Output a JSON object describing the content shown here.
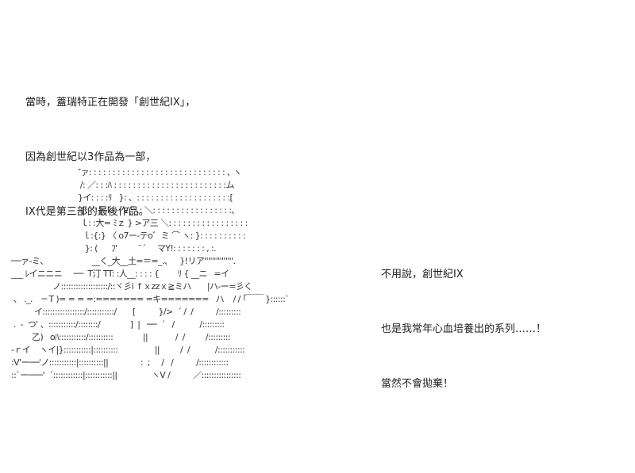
{
  "narration_top": {
    "lines": [
      "當時，蓋瑞特正在開發「創世紀IX」，",
      "因為創世紀以3作品為一部，",
      "IX代是第三部的最後作品。"
    ]
  },
  "narration_right": {
    "lines": [
      "不用說，創世紀IX",
      "也是我常年心血培養出的系列……！",
      "當然不會拋棄！"
    ]
  },
  "ascii_art": {
    "lines": [
      "                             ″ァ: : : : : : : : : : : : : : : : : : : : : : : : : : : : : ､ ヽ",
      "                              /: ／: : :ﾊ : : : : : : : : : : : : : : : : : : : : : : : :ム",
      "                             }イ: : : :ﾘ   }: 、: : : : : : : : : : : : : : : : : : : :[",
      "                              {: : :卜ｋ    V(＼: ＼: : : : : : : : : : : : : : : : :､",
      "                              ｌ: :大= ﾐｚ } >ア三 ＼: : : : : : : : : : : : : : : : :",
      "                               ｌ:{:} 〈 o7ー-テo゛ミ ⌒ ヽ: }: : : : : : : : : :",
      "                                }: (      ﾌ'         ¨´     マY!: : : : : : : , :.",
      "──ァ-ミ、                   __く_大__土=＝=_.､     }!リア'''''''''''''''.",
      "___ ﾚイニニニ     ──  T汀 TT: :人__: : : : {        ﾘ { __ニ   =イ",
      "                  ノ:::::::::::::::::::/::ヾ彡i  f ｘzzｘ≧ミハ       |ハ-ー=彡く",
      " 、 ._.    ─ T )= = = =:======= =キ=======   ハ    / / ｢￣￣ }::::::`",
      "          イ:::::::::::::::::/:::::::::::/       [          }/>  ´ /  /          /:::::::::",
      " .  -  つ' 、:::::::::::/::::::::/             ]  |   ──  ´   /           /:::::::::",
      "         乙)   oﾊ:::::::::::/::::::::::             ||            /  /         /:::::::::",
      "-ｒイ    ヽイ|}:::::::::::|::::::::::                ||         /  /           /:::::::::::",
      ":V'ー──'ノ:::::::::::|::::::::::||              :  ;     /   /          /::::::::::::",
      "::`ー───'  ´::::::::::::|:::::::::::||               ヽV /          ／::::::::::::::::"
    ]
  }
}
